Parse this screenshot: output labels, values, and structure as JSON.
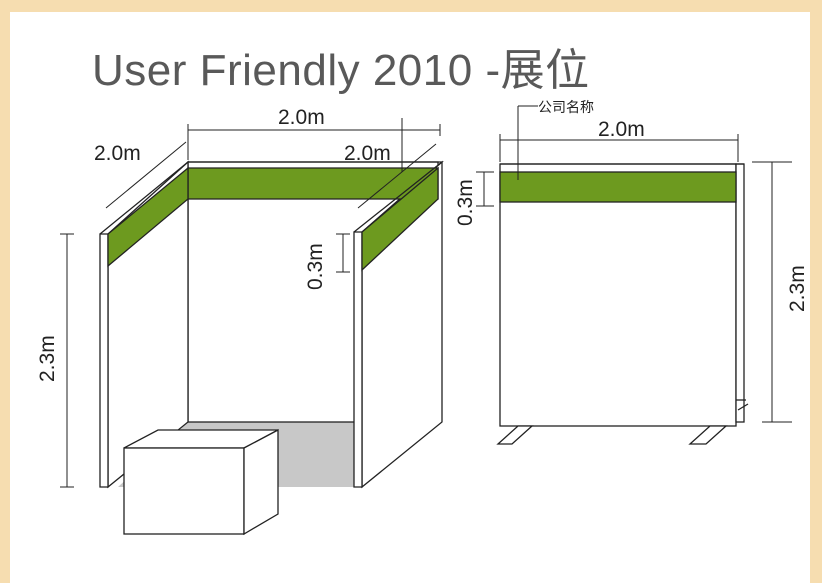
{
  "title": "User Friendly 2010 -展位",
  "colors": {
    "fascia": "#6d9a1f",
    "background": "#f6ddb0",
    "floor": "#c8c8c8",
    "line": "#222222"
  },
  "left_view": {
    "width_top": "2.0m",
    "depth_left": "2.0m",
    "depth_right": "2.0m",
    "fascia_height": "0.3m",
    "wall_height": "2.3m"
  },
  "right_view": {
    "company_label": "公司名称",
    "width": "2.0m",
    "fascia_height": "0.3m",
    "wall_height": "2.3m"
  }
}
